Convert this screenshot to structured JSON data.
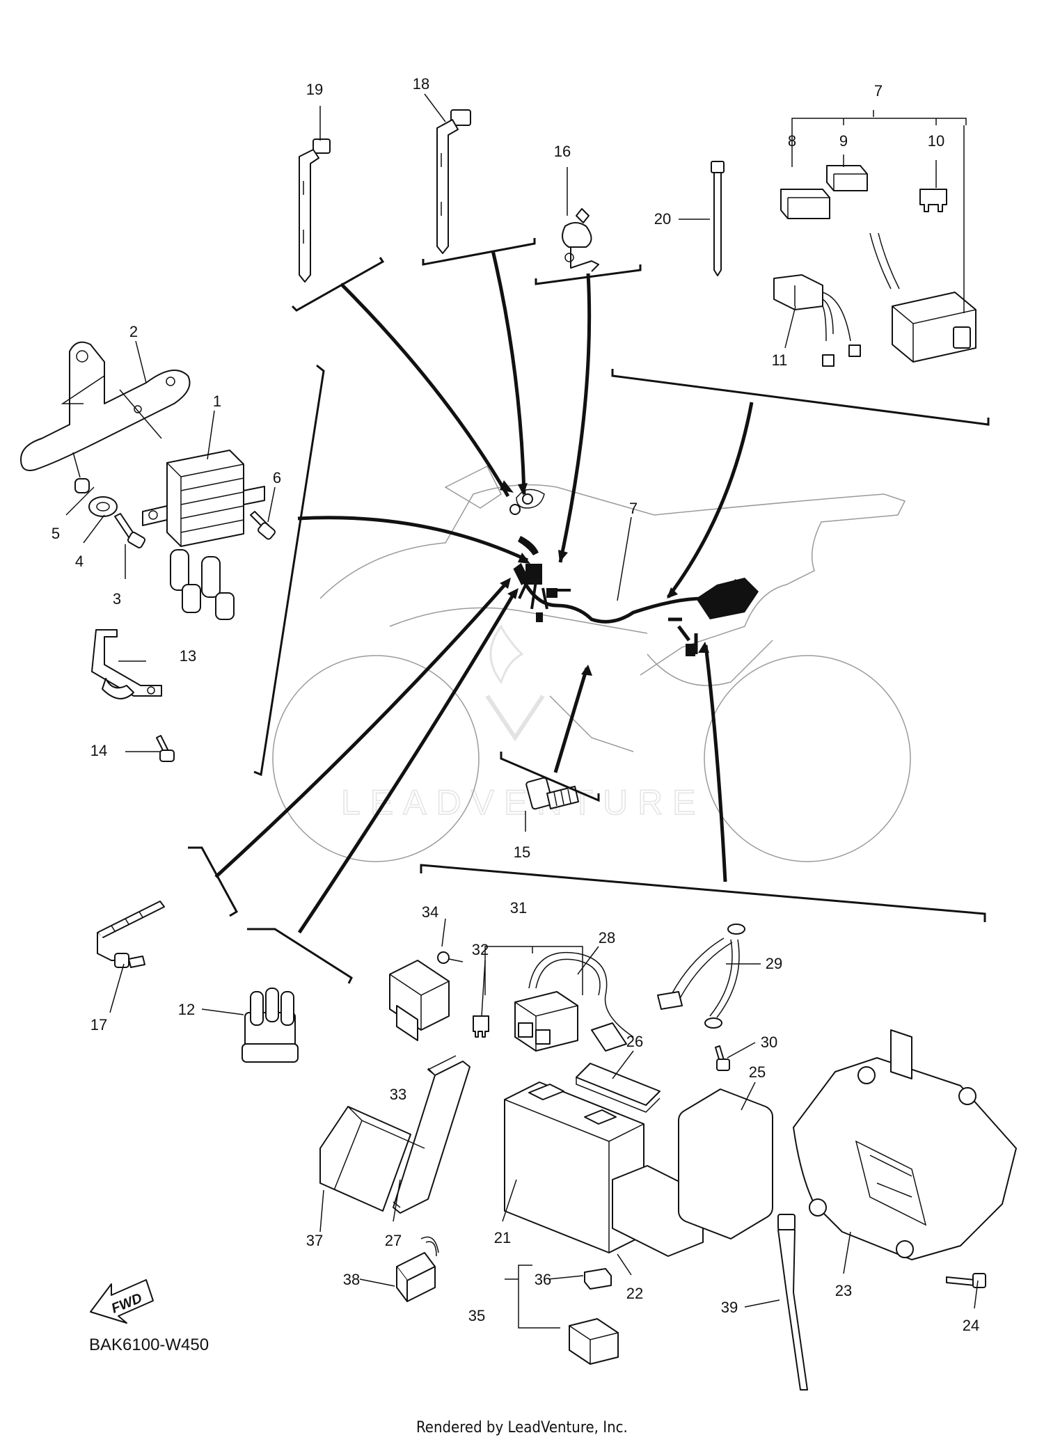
{
  "diagram_code": "BAK6100-W450",
  "footer": "Rendered by LeadVenture, Inc.",
  "watermark": "LEADVENTURE",
  "fwd_label": "FWD",
  "callouts": [
    {
      "id": "c1",
      "text": "1"
    },
    {
      "id": "c2",
      "text": "2"
    },
    {
      "id": "c3",
      "text": "3"
    },
    {
      "id": "c4",
      "text": "4"
    },
    {
      "id": "c5",
      "text": "5"
    },
    {
      "id": "c6",
      "text": "6"
    },
    {
      "id": "c7a",
      "text": "7"
    },
    {
      "id": "c7b",
      "text": "7"
    },
    {
      "id": "c8",
      "text": "8"
    },
    {
      "id": "c9",
      "text": "9"
    },
    {
      "id": "c10",
      "text": "10"
    },
    {
      "id": "c11",
      "text": "11"
    },
    {
      "id": "c12",
      "text": "12"
    },
    {
      "id": "c13",
      "text": "13"
    },
    {
      "id": "c14",
      "text": "14"
    },
    {
      "id": "c15",
      "text": "15"
    },
    {
      "id": "c16",
      "text": "16"
    },
    {
      "id": "c17",
      "text": "17"
    },
    {
      "id": "c18",
      "text": "18"
    },
    {
      "id": "c19",
      "text": "19"
    },
    {
      "id": "c20",
      "text": "20"
    },
    {
      "id": "c21",
      "text": "21"
    },
    {
      "id": "c22",
      "text": "22"
    },
    {
      "id": "c23",
      "text": "23"
    },
    {
      "id": "c24",
      "text": "24"
    },
    {
      "id": "c25",
      "text": "25"
    },
    {
      "id": "c26",
      "text": "26"
    },
    {
      "id": "c27",
      "text": "27"
    },
    {
      "id": "c28",
      "text": "28"
    },
    {
      "id": "c29",
      "text": "29"
    },
    {
      "id": "c30",
      "text": "30"
    },
    {
      "id": "c31",
      "text": "31"
    },
    {
      "id": "c32",
      "text": "32"
    },
    {
      "id": "c33",
      "text": "33"
    },
    {
      "id": "c34",
      "text": "34"
    },
    {
      "id": "c35",
      "text": "35"
    },
    {
      "id": "c36",
      "text": "36"
    },
    {
      "id": "c37",
      "text": "37"
    },
    {
      "id": "c38",
      "text": "38"
    },
    {
      "id": "c39",
      "text": "39"
    }
  ]
}
